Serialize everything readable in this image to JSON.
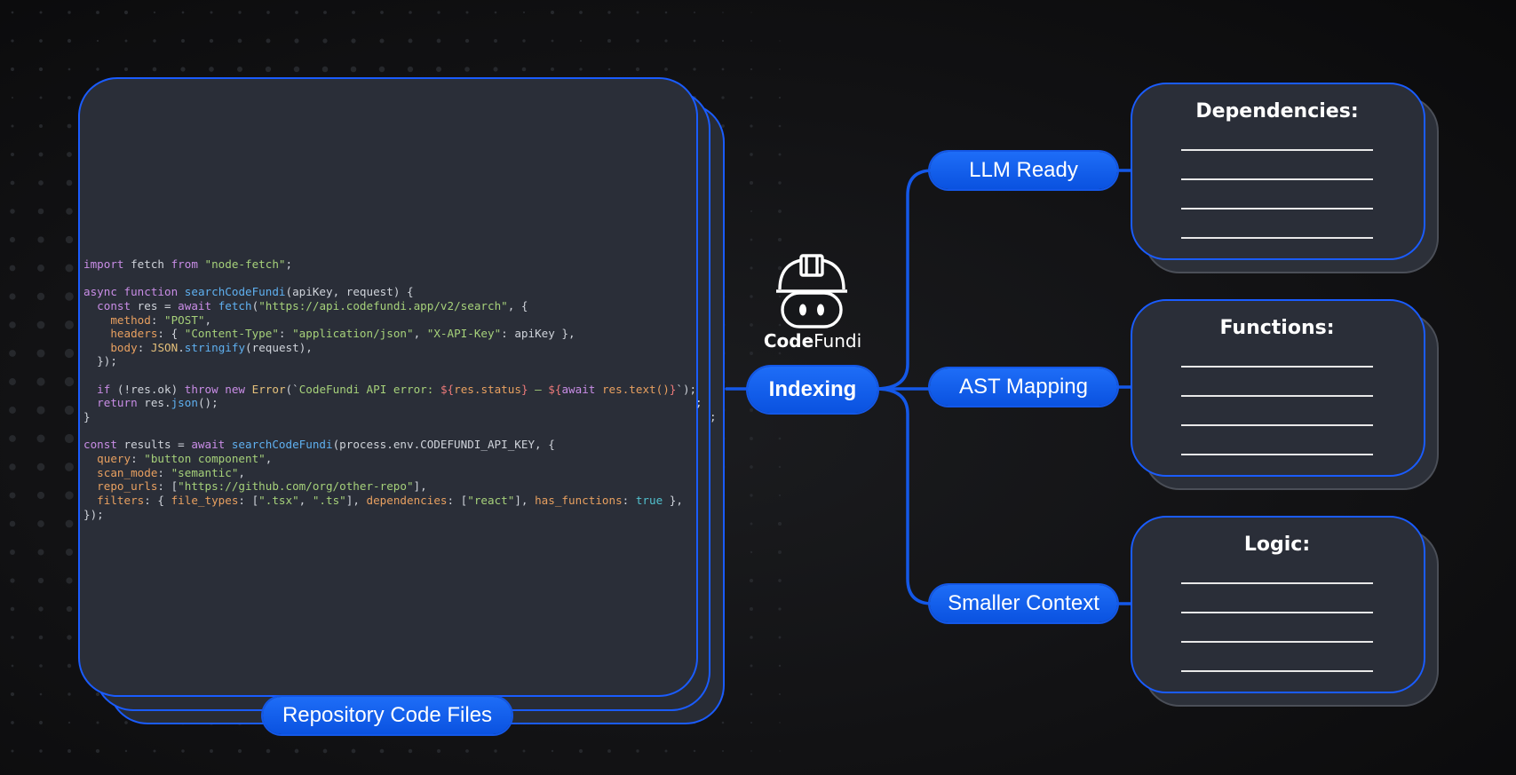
{
  "code_lines": [
    [
      {
        "t": "import",
        "c": "k"
      },
      {
        "t": " fetch ",
        "c": "o"
      },
      {
        "t": "from",
        "c": "k"
      },
      {
        "t": " ",
        "c": "o"
      },
      {
        "t": "\"node-fetch\"",
        "c": "s"
      },
      {
        "t": ";",
        "c": "o"
      }
    ],
    [],
    [
      {
        "t": "async",
        "c": "k"
      },
      {
        "t": " ",
        "c": "o"
      },
      {
        "t": "function",
        "c": "k"
      },
      {
        "t": " ",
        "c": "o"
      },
      {
        "t": "searchCodeFundi",
        "c": "f"
      },
      {
        "t": "(apiKey, request) {",
        "c": "o"
      }
    ],
    [
      {
        "t": "  ",
        "c": "o"
      },
      {
        "t": "const",
        "c": "k"
      },
      {
        "t": " res = ",
        "c": "o"
      },
      {
        "t": "await",
        "c": "k"
      },
      {
        "t": " ",
        "c": "o"
      },
      {
        "t": "fetch",
        "c": "f"
      },
      {
        "t": "(",
        "c": "o"
      },
      {
        "t": "\"https://api.codefundi.app/v2/search\"",
        "c": "s"
      },
      {
        "t": ", {",
        "c": "o"
      }
    ],
    [
      {
        "t": "    ",
        "c": "o"
      },
      {
        "t": "method",
        "c": "p"
      },
      {
        "t": ": ",
        "c": "o"
      },
      {
        "t": "\"POST\"",
        "c": "s"
      },
      {
        "t": ",",
        "c": "o"
      }
    ],
    [
      {
        "t": "    ",
        "c": "o"
      },
      {
        "t": "headers",
        "c": "p"
      },
      {
        "t": ": { ",
        "c": "o"
      },
      {
        "t": "\"Content-Type\"",
        "c": "s"
      },
      {
        "t": ": ",
        "c": "o"
      },
      {
        "t": "\"application/json\"",
        "c": "s"
      },
      {
        "t": ", ",
        "c": "o"
      },
      {
        "t": "\"X-API-Key\"",
        "c": "s"
      },
      {
        "t": ": apiKey },",
        "c": "o"
      }
    ],
    [
      {
        "t": "    ",
        "c": "o"
      },
      {
        "t": "body",
        "c": "p"
      },
      {
        "t": ": ",
        "c": "o"
      },
      {
        "t": "JSON",
        "c": "y"
      },
      {
        "t": ".",
        "c": "o"
      },
      {
        "t": "stringify",
        "c": "f"
      },
      {
        "t": "(request),",
        "c": "o"
      }
    ],
    [
      {
        "t": "  });",
        "c": "o"
      }
    ],
    [],
    [
      {
        "t": "  ",
        "c": "o"
      },
      {
        "t": "if",
        "c": "k"
      },
      {
        "t": " (!res.ok) ",
        "c": "o"
      },
      {
        "t": "throw",
        "c": "k"
      },
      {
        "t": " ",
        "c": "o"
      },
      {
        "t": "new",
        "c": "k"
      },
      {
        "t": " ",
        "c": "o"
      },
      {
        "t": "Error",
        "c": "y"
      },
      {
        "t": "(`",
        "c": "o"
      },
      {
        "t": "CodeFundi API error: ",
        "c": "s"
      },
      {
        "t": "${",
        "c": "n"
      },
      {
        "t": "res.status",
        "c": "tmp"
      },
      {
        "t": "}",
        "c": "n"
      },
      {
        "t": " — ",
        "c": "s"
      },
      {
        "t": "${",
        "c": "n"
      },
      {
        "t": "await",
        "c": "k"
      },
      {
        "t": " ",
        "c": "o"
      },
      {
        "t": "res.text()",
        "c": "tmp"
      },
      {
        "t": "}",
        "c": "n"
      },
      {
        "t": "`);",
        "c": "o"
      }
    ],
    [
      {
        "t": "  ",
        "c": "o"
      },
      {
        "t": "return",
        "c": "k"
      },
      {
        "t": " res.",
        "c": "o"
      },
      {
        "t": "json",
        "c": "f"
      },
      {
        "t": "();",
        "c": "o"
      }
    ],
    [
      {
        "t": "}",
        "c": "o"
      }
    ],
    [],
    [
      {
        "t": "const",
        "c": "k"
      },
      {
        "t": " results = ",
        "c": "o"
      },
      {
        "t": "await",
        "c": "k"
      },
      {
        "t": " ",
        "c": "o"
      },
      {
        "t": "searchCodeFundi",
        "c": "f"
      },
      {
        "t": "(process.env.CODEFUNDI_API_KEY, {",
        "c": "o"
      }
    ],
    [
      {
        "t": "  ",
        "c": "o"
      },
      {
        "t": "query",
        "c": "p"
      },
      {
        "t": ": ",
        "c": "o"
      },
      {
        "t": "\"button component\"",
        "c": "s"
      },
      {
        "t": ",",
        "c": "o"
      }
    ],
    [
      {
        "t": "  ",
        "c": "o"
      },
      {
        "t": "scan_mode",
        "c": "p"
      },
      {
        "t": ": ",
        "c": "o"
      },
      {
        "t": "\"semantic\"",
        "c": "s"
      },
      {
        "t": ",",
        "c": "o"
      }
    ],
    [
      {
        "t": "  ",
        "c": "o"
      },
      {
        "t": "repo_urls",
        "c": "p"
      },
      {
        "t": ": [",
        "c": "o"
      },
      {
        "t": "\"https://github.com/org/other-repo\"",
        "c": "s"
      },
      {
        "t": "],",
        "c": "o"
      }
    ],
    [
      {
        "t": "  ",
        "c": "o"
      },
      {
        "t": "filters",
        "c": "p"
      },
      {
        "t": ": { ",
        "c": "o"
      },
      {
        "t": "file_types",
        "c": "p"
      },
      {
        "t": ": [",
        "c": "o"
      },
      {
        "t": "\".tsx\"",
        "c": "s"
      },
      {
        "t": ", ",
        "c": "o"
      },
      {
        "t": "\".ts\"",
        "c": "s"
      },
      {
        "t": "], ",
        "c": "o"
      },
      {
        "t": "dependencies",
        "c": "p"
      },
      {
        "t": ": [",
        "c": "o"
      },
      {
        "t": "\"react\"",
        "c": "s"
      },
      {
        "t": "], ",
        "c": "o"
      },
      {
        "t": "has_functions",
        "c": "p"
      },
      {
        "t": ": ",
        "c": "o"
      },
      {
        "t": "true",
        "c": "c"
      },
      {
        "t": " },",
        "c": "o"
      }
    ],
    [
      {
        "t": "});",
        "c": "o"
      }
    ]
  ],
  "stray_chars": [
    ";",
    ";"
  ],
  "repository_label": "Repository Code Files",
  "brand": {
    "bold": "Code",
    "light": "Fundi"
  },
  "center_pill": "Indexing",
  "branches": [
    "LLM Ready",
    "AST Mapping",
    "Smaller Context"
  ],
  "panels": [
    {
      "title": "Dependencies:"
    },
    {
      "title": "Functions:"
    },
    {
      "title": "Logic:"
    }
  ],
  "colors": {
    "accent": "#1a5cff",
    "pill": "#0a52e0",
    "card": "#2a2e38",
    "background": "#121214"
  }
}
